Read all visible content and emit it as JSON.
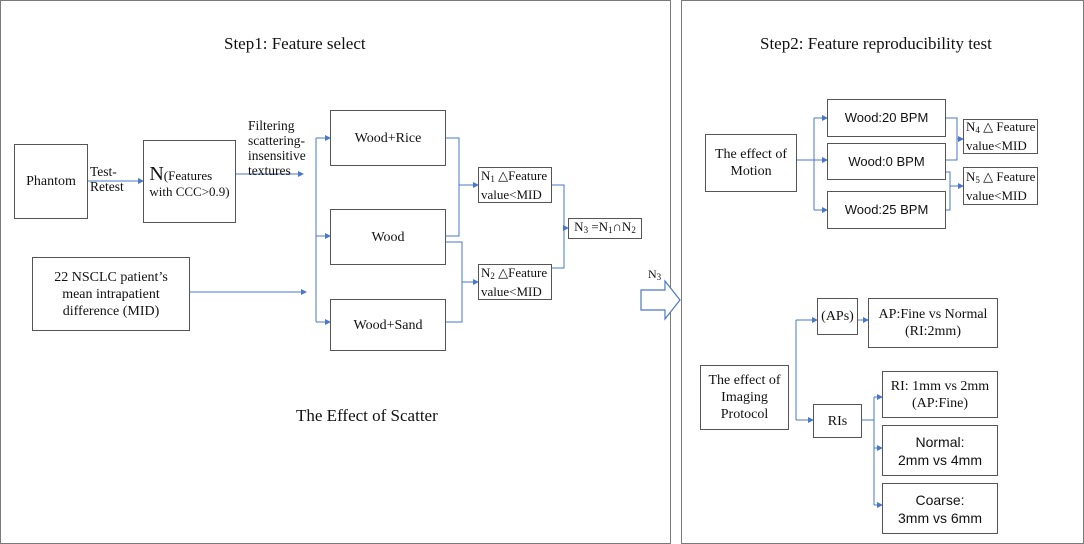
{
  "step1": {
    "title": "Step1: Feature select",
    "subtitle": "The Effect of Scatter",
    "phantom": "Phantom",
    "test_retest": "Test-\nRetest",
    "n_prefix": "N",
    "n_features": "(Features\nwith CCC>0.9)",
    "filter_label": "Filtering\nscattering-\ninsensitive\ntextures",
    "patients": "22 NSCLC patient’s\nmean intrapatient\ndifference (MID)",
    "wood_rice": "Wood+Rice",
    "wood": "Wood",
    "wood_sand": "Wood+Sand",
    "n1": {
      "n": "N",
      "sub": "1",
      "text": " △Feature\nvalue<MID"
    },
    "n2": {
      "n": "N",
      "sub": "2",
      "text": " △Feature\nvalue<MID"
    },
    "n3": {
      "lhs": "N",
      "lhs_sub": "3",
      "eq": " =N",
      "s1": "1",
      "cap": "∩N",
      "s2": "2"
    }
  },
  "arrow": {
    "n": "N",
    "sub": "3"
  },
  "step2": {
    "title": "Step2: Feature reproducibility test",
    "motion": "The effect of\nMotion",
    "bpm20": "Wood:20 BPM",
    "bpm0": "Wood:0 BPM",
    "bpm25": "Wood:25 BPM",
    "n4": {
      "n": "N",
      "sub": "4",
      "text": " △ Feature\nvalue<MID"
    },
    "n5": {
      "n": "N",
      "sub": "5",
      "text": " △ Feature\nvalue<MID"
    },
    "imaging": "The effect of\nImaging\nProtocol",
    "aps": "(APs)",
    "ris": "RIs",
    "ap_fine_normal": "AP:Fine vs Normal\n(RI:2mm)",
    "ri_1_2": "RI: 1mm vs 2mm\n(AP:Fine)",
    "normal": "Normal:\n2mm vs 4mm",
    "coarse": "Coarse:\n3mm vs 6mm"
  },
  "colors": {
    "connector": "#4a78c8",
    "border": "#555555",
    "panel_border": "#7a7a7a"
  }
}
